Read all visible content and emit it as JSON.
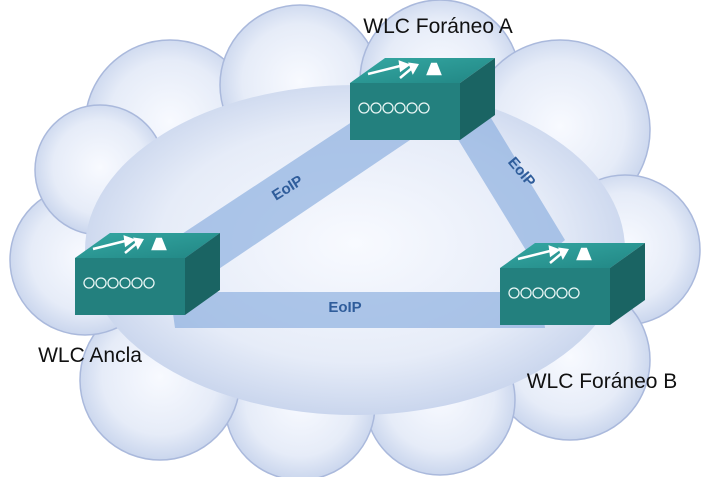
{
  "diagram": {
    "nodes": [
      {
        "id": "wlc-foraneo-a",
        "label": "WLC Foráneo A",
        "icon": "wireless-lan-controller-icon"
      },
      {
        "id": "wlc-ancla",
        "label": "WLC Ancla",
        "icon": "wireless-lan-controller-icon"
      },
      {
        "id": "wlc-foraneo-b",
        "label": "WLC Foráneo B",
        "icon": "wireless-lan-controller-icon"
      }
    ],
    "links": [
      {
        "from": "wlc-ancla",
        "to": "wlc-foraneo-a",
        "label": "EoIP"
      },
      {
        "from": "wlc-foraneo-a",
        "to": "wlc-foraneo-b",
        "label": "EoIP"
      },
      {
        "from": "wlc-ancla",
        "to": "wlc-foraneo-b",
        "label": "EoIP"
      }
    ],
    "colors": {
      "cloud_edge": "#b9c6e4",
      "cloud_center": "#f6f8fd",
      "tunnel": "#8fb1e0",
      "device_top": "#2f9c98",
      "device_side": "#1c6a69",
      "device_front": "#23807e"
    }
  }
}
